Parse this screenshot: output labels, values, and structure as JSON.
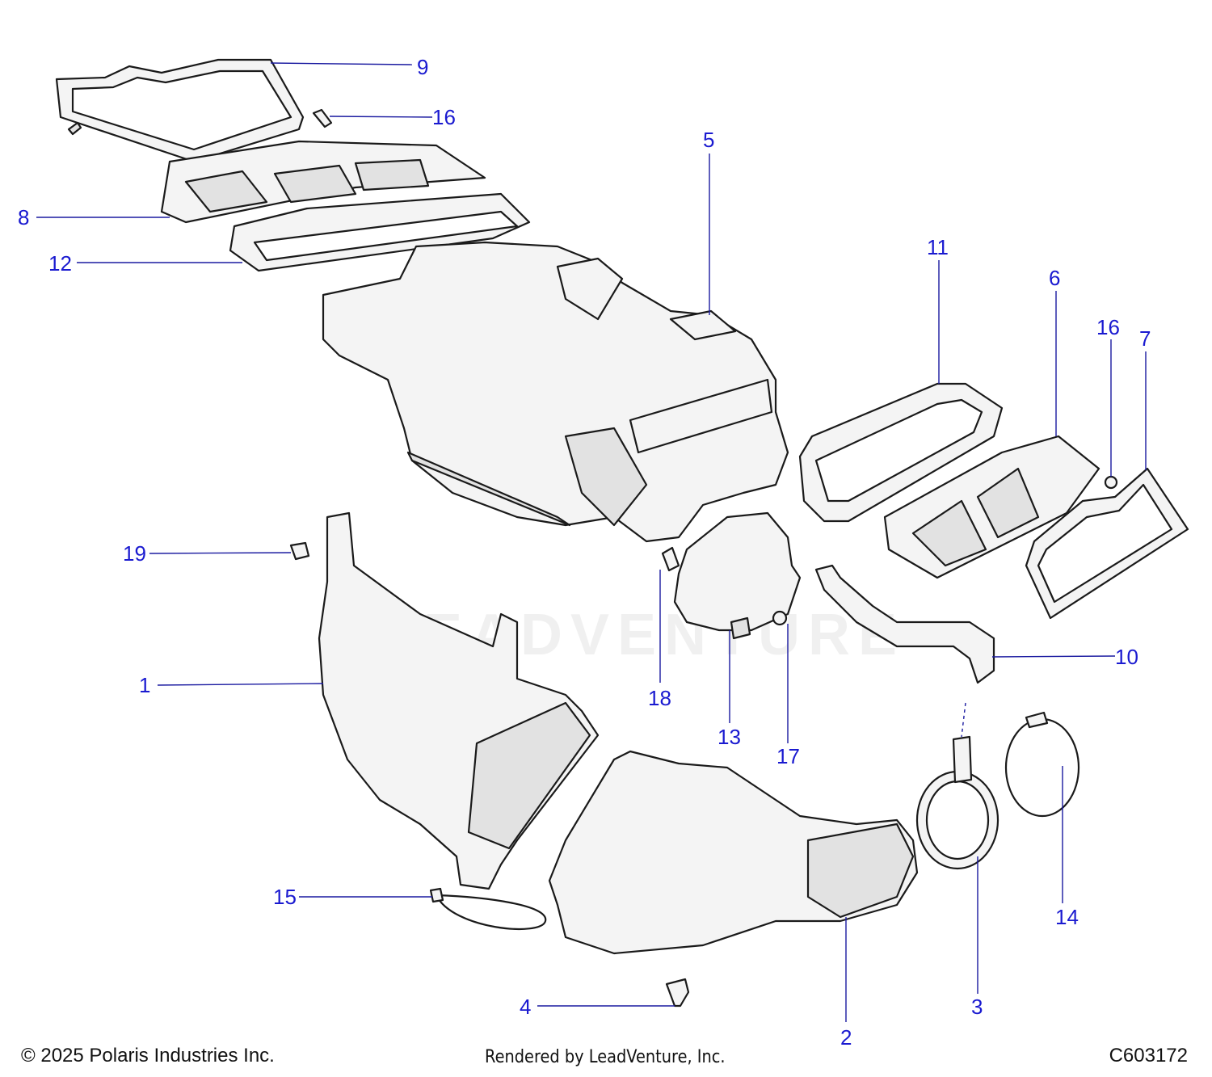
{
  "diagram": {
    "callouts": [
      {
        "id": "c1",
        "label": "1"
      },
      {
        "id": "c2",
        "label": "2"
      },
      {
        "id": "c3",
        "label": "3"
      },
      {
        "id": "c4",
        "label": "4"
      },
      {
        "id": "c5",
        "label": "5"
      },
      {
        "id": "c6",
        "label": "6"
      },
      {
        "id": "c7",
        "label": "7"
      },
      {
        "id": "c8",
        "label": "8"
      },
      {
        "id": "c9",
        "label": "9"
      },
      {
        "id": "c10",
        "label": "10"
      },
      {
        "id": "c11",
        "label": "11"
      },
      {
        "id": "c12",
        "label": "12"
      },
      {
        "id": "c13",
        "label": "13"
      },
      {
        "id": "c14",
        "label": "14"
      },
      {
        "id": "c15",
        "label": "15"
      },
      {
        "id": "c16a",
        "label": "16"
      },
      {
        "id": "c16b",
        "label": "16"
      },
      {
        "id": "c17",
        "label": "17"
      },
      {
        "id": "c18",
        "label": "18"
      },
      {
        "id": "c19",
        "label": "19"
      }
    ],
    "watermark": "LEADVENTURE",
    "callout_color": "#1a1ad0"
  },
  "footer": {
    "copyright": "© 2025 Polaris Industries Inc.",
    "rendered_by": "Rendered by LeadVenture, Inc.",
    "diagram_code": "C603172"
  }
}
